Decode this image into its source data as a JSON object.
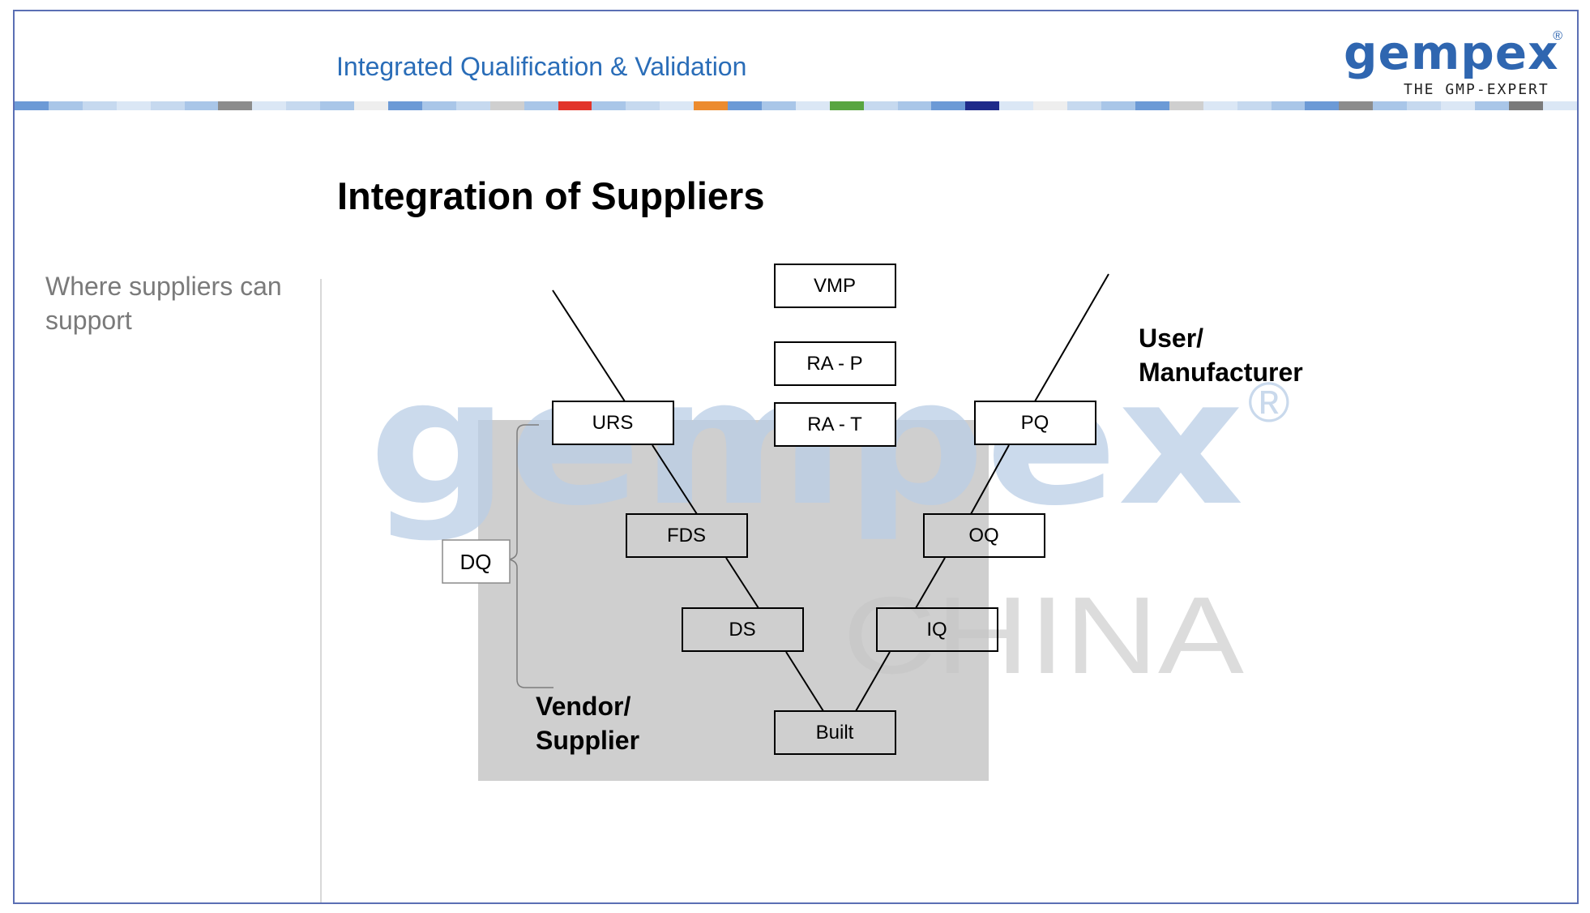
{
  "header": {
    "title": "Integrated Qualification & Validation"
  },
  "logo": {
    "word": "gempex",
    "registered": "®",
    "tagline": "THE GMP-EXPERT",
    "brand_color": "#2f66b0"
  },
  "stripe_colors": [
    "#6c9ad6",
    "#a9c6e8",
    "#c6d9ef",
    "#dbe7f5",
    "#c6d9ef",
    "#a9c6e8",
    "#8c8c8c",
    "#dbe7f5",
    "#c6d9ef",
    "#a9c6e8",
    "#eeeeee",
    "#6c9ad6",
    "#a9c6e8",
    "#c6d9ef",
    "#cfcfcf",
    "#a9c6e8",
    "#e2342a",
    "#a9c6e8",
    "#c6d9ef",
    "#dbe7f5",
    "#ec8b2e",
    "#6c9ad6",
    "#a9c6e8",
    "#dbe7f5",
    "#58a540",
    "#c6d9ef",
    "#a9c6e8",
    "#6c9ad6",
    "#1e2a8a",
    "#dbe7f5",
    "#eeeeee",
    "#c6d9ef",
    "#a9c6e8",
    "#6c9ad6",
    "#cfcfcf",
    "#dbe7f5",
    "#c6d9ef",
    "#a9c6e8",
    "#6c9ad6",
    "#8c8c8c",
    "#a9c6e8",
    "#c6d9ef",
    "#dbe7f5",
    "#a9c6e8",
    "#7a7a7a",
    "#dbe7f5"
  ],
  "slide": {
    "title": "Integration of Suppliers",
    "side_text": "Where suppliers can support"
  },
  "diagram": {
    "boxes": {
      "vmp": "VMP",
      "ra_p": "RA - P",
      "ra_t": "RA - T",
      "urs": "URS",
      "fds": "FDS",
      "ds": "DS",
      "built": "Built",
      "iq": "IQ",
      "oq": "OQ",
      "pq": "PQ",
      "dq": "DQ"
    },
    "labels": {
      "user_line1": "User/",
      "user_line2": "Manufacturer",
      "vendor_line1": "Vendor/",
      "vendor_line2": "Supplier"
    },
    "watermark": {
      "word": "gempex",
      "registered": "®",
      "sub": "CHINA"
    },
    "colors": {
      "vendor_area": "#cfcfcf",
      "watermark_blue": "#c9d9ec",
      "watermark_gray": "#e0e0e0"
    }
  }
}
